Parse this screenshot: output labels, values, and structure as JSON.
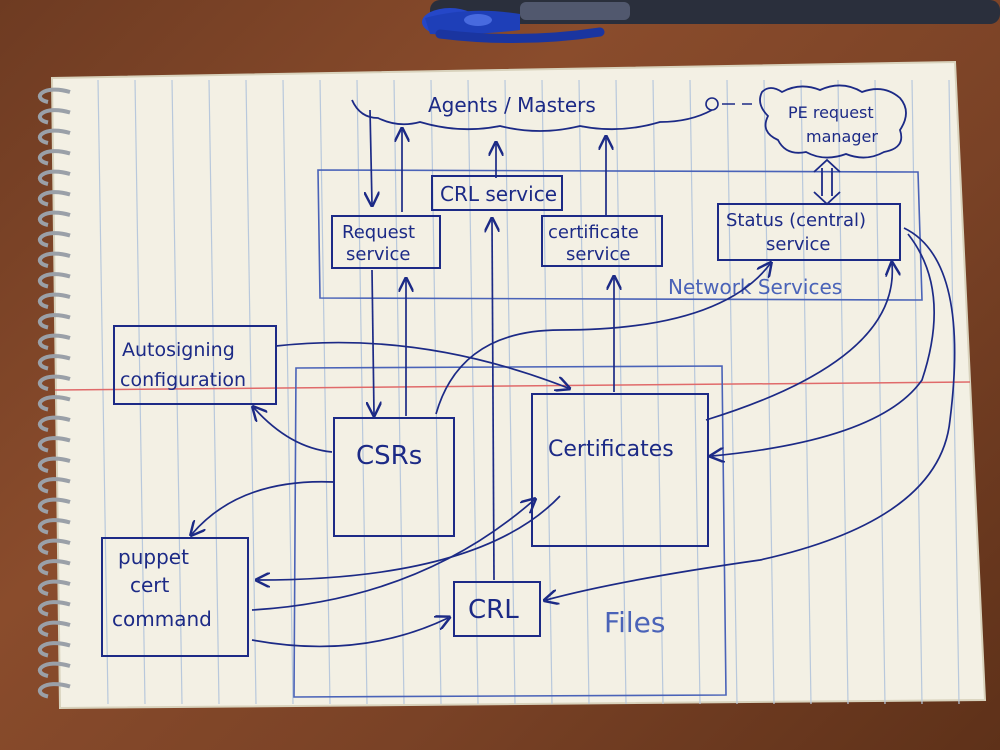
{
  "nodes": {
    "agents_masters": "Agents / Masters",
    "pe_request_manager_line1": "PE request",
    "pe_request_manager_line2": "manager",
    "crl_service": "CRL service",
    "request_service_line1": "Request",
    "request_service_line2": "service",
    "certificate_service_line1": "certificate",
    "certificate_service_line2": "service",
    "status_service_line1": "Status (central)",
    "status_service_line2": "service",
    "autosigning_line1": "Autosigning",
    "autosigning_line2": "configuration",
    "csrs": "CSRs",
    "certificates": "Certificates",
    "puppet_cert_line1": "puppet",
    "puppet_cert_line2": "cert",
    "puppet_cert_line3": "command",
    "crl": "CRL"
  },
  "groups": {
    "network_services": "Network Services",
    "files": "Files"
  },
  "colors": {
    "ink": "#1c2a86",
    "ink_light": "#4a63b8",
    "paper": "#f3f0e4",
    "margin_line": "#e06a6a",
    "rule_line": "#b8c8dc",
    "desk": "#7a4226"
  },
  "objects": {
    "pen": "blue-ballpoint-pen",
    "notebook": "spiral-notebook"
  }
}
